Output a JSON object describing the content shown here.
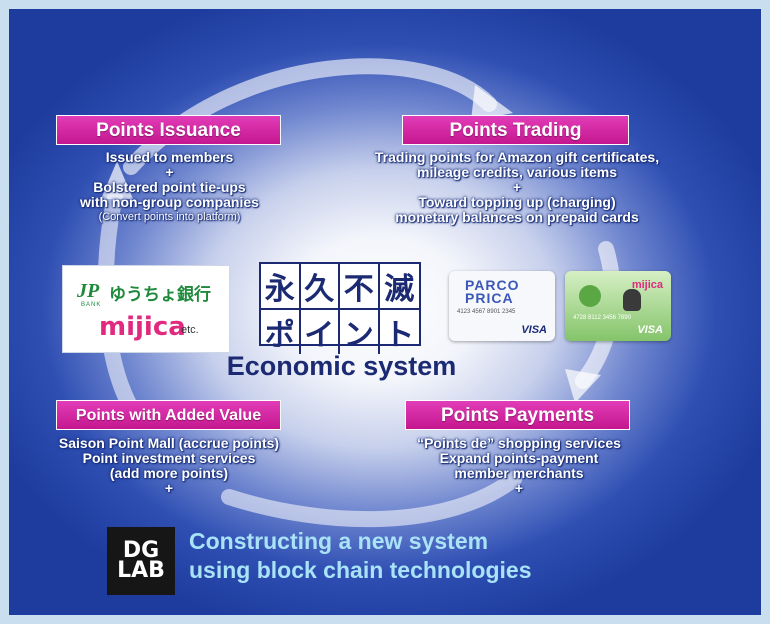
{
  "issuance": {
    "label": "Points Issuance",
    "lines": [
      "Issued to members",
      "+",
      "Bolstered point tie-ups",
      "with non-group companies"
    ],
    "note": "(Convert points into platform)"
  },
  "trading": {
    "label": "Points Trading",
    "lines": [
      "Trading points for Amazon gift certificates,",
      "mileage credits, various items",
      "+",
      "Toward topping up (charging)",
      "monetary balances on prepaid cards"
    ]
  },
  "added_value": {
    "label": "Points with Added Value",
    "lines": [
      "Saison Point Mall (accrue points)",
      "Point investment services",
      "(add more points)",
      "+"
    ]
  },
  "payments": {
    "label": "Points Payments",
    "lines": [
      "“Points de” shopping services",
      "Expand points-payment",
      "member merchants",
      "+"
    ]
  },
  "center": {
    "kanji": [
      "永",
      "久",
      "不",
      "滅",
      "ポ",
      "イ",
      "ン",
      "ト"
    ],
    "title": "Economic system"
  },
  "logos": {
    "jp_mark": "JP",
    "jp_bank": "BANK",
    "jp_text": "ゆうちょ銀行",
    "mijica": "mijica",
    "etc": "etc."
  },
  "cards": {
    "parco_title": [
      "PARCO",
      "PRICA"
    ],
    "parco_number": "4123 4567 8901 2345",
    "mijica_brand": "mijica",
    "mijica_number": "4728 8112 3456 7890",
    "visa": "VISA"
  },
  "dglab": {
    "logo": [
      "DG",
      "LAB"
    ],
    "lines": [
      "Constructing a new system",
      "using block chain technologies"
    ]
  },
  "colors": {
    "label_bg": "#d12aa5",
    "dark_blue": "#1b2a72",
    "dglab_text": "#a9e3f7"
  }
}
